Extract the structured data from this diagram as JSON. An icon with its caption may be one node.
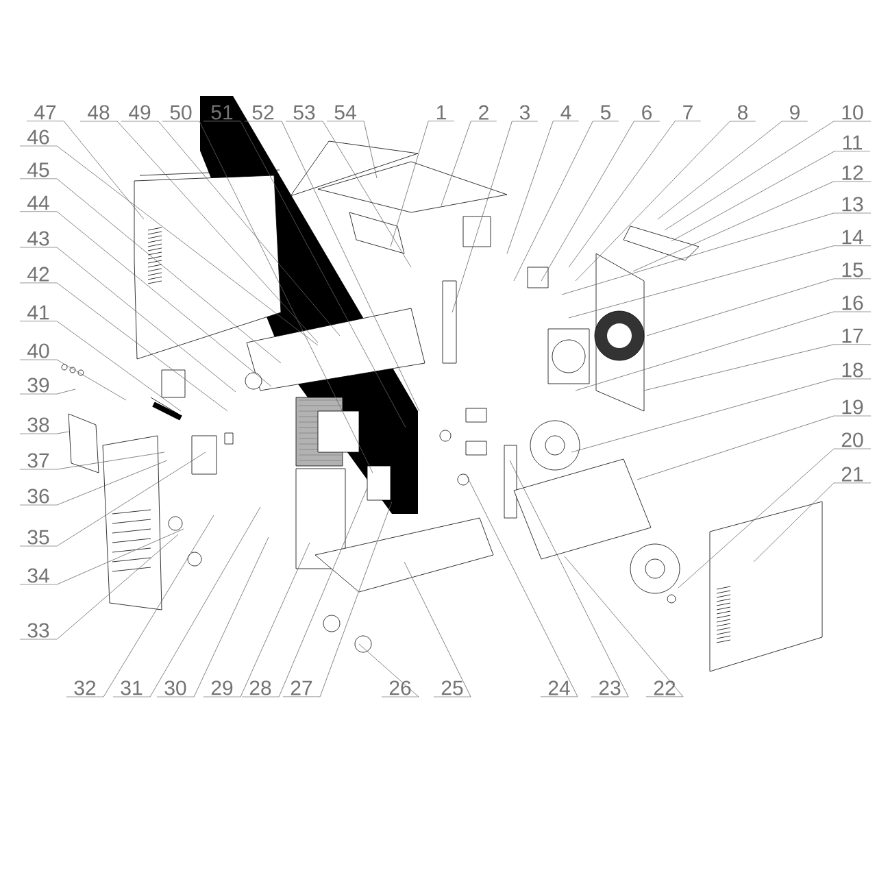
{
  "diagram": {
    "nodes": [
      {
        "text": [
          "1"
        ]
      },
      {
        "text": [
          "2"
        ]
      },
      {
        "text": [
          "3"
        ]
      },
      {
        "text": [
          "4"
        ]
      },
      {
        "text": [
          "5"
        ]
      },
      {
        "text": [
          "6"
        ]
      },
      {
        "text": [
          "7"
        ]
      },
      {
        "text": [
          "8"
        ]
      },
      {
        "text": [
          "9"
        ]
      },
      {
        "text": [
          "10"
        ]
      },
      {
        "text": [
          "11"
        ]
      },
      {
        "text": [
          "12"
        ]
      },
      {
        "text": [
          "13"
        ]
      },
      {
        "text": [
          "14"
        ]
      },
      {
        "text": [
          "15"
        ]
      },
      {
        "text": [
          "16"
        ]
      },
      {
        "text": [
          "17"
        ]
      },
      {
        "text": [
          "18"
        ]
      },
      {
        "text": [
          "19"
        ]
      },
      {
        "text": [
          "20"
        ]
      },
      {
        "text": [
          "21"
        ]
      },
      {
        "text": [
          "22"
        ]
      },
      {
        "text": [
          "23"
        ]
      },
      {
        "text": [
          "24"
        ]
      },
      {
        "text": [
          "25"
        ]
      },
      {
        "text": [
          "26"
        ]
      },
      {
        "text": [
          "27"
        ]
      },
      {
        "text": [
          "28"
        ]
      },
      {
        "text": [
          "29"
        ]
      },
      {
        "text": [
          "30"
        ]
      },
      {
        "text": [
          "31"
        ]
      },
      {
        "text": [
          "32"
        ]
      },
      {
        "text": [
          "33"
        ]
      },
      {
        "text": [
          "34"
        ]
      },
      {
        "text": [
          "35"
        ]
      },
      {
        "text": [
          "36"
        ]
      },
      {
        "text": [
          "37"
        ]
      },
      {
        "text": [
          "38"
        ]
      },
      {
        "text": [
          "39"
        ]
      },
      {
        "text": [
          "40"
        ]
      },
      {
        "text": [
          "41"
        ]
      },
      {
        "text": [
          "42"
        ]
      },
      {
        "text": [
          "43"
        ]
      },
      {
        "text": [
          "44"
        ]
      },
      {
        "text": [
          "45"
        ]
      },
      {
        "text": [
          "46"
        ]
      },
      {
        "text": [
          "47"
        ]
      },
      {
        "text": [
          "48"
        ]
      },
      {
        "text": [
          "49"
        ]
      },
      {
        "text": [
          "50"
        ]
      },
      {
        "text": [
          "51"
        ]
      },
      {
        "text": [
          "52"
        ]
      },
      {
        "text": [
          "53"
        ]
      },
      {
        "text": [
          "54"
        ]
      }
    ],
    "edges": [
      {
        "from": 0,
        "to": null,
        "arrow": "none"
      },
      {
        "from": 1,
        "to": null,
        "arrow": "none"
      },
      {
        "from": 2,
        "to": null,
        "arrow": "none"
      },
      {
        "from": 3,
        "to": null,
        "arrow": "none"
      },
      {
        "from": 4,
        "to": null,
        "arrow": "none"
      },
      {
        "from": 5,
        "to": null,
        "arrow": "none"
      },
      {
        "from": 6,
        "to": null,
        "arrow": "none"
      },
      {
        "from": 7,
        "to": null,
        "arrow": "none"
      },
      {
        "from": 8,
        "to": null,
        "arrow": "none"
      },
      {
        "from": 9,
        "to": null,
        "arrow": "none"
      },
      {
        "from": 10,
        "to": null,
        "arrow": "none"
      },
      {
        "from": 11,
        "to": null,
        "arrow": "none"
      },
      {
        "from": 12,
        "to": null,
        "arrow": "none"
      },
      {
        "from": 13,
        "to": null,
        "arrow": "none"
      },
      {
        "from": 14,
        "to": null,
        "arrow": "none"
      },
      {
        "from": 15,
        "to": null,
        "arrow": "none"
      },
      {
        "from": 16,
        "to": null,
        "arrow": "none"
      },
      {
        "from": 17,
        "to": null,
        "arrow": "none"
      },
      {
        "from": 18,
        "to": null,
        "arrow": "none"
      },
      {
        "from": 19,
        "to": null,
        "arrow": "none"
      },
      {
        "from": 20,
        "to": null,
        "arrow": "none"
      },
      {
        "from": 21,
        "to": null,
        "arrow": "none"
      },
      {
        "from": 22,
        "to": null,
        "arrow": "none"
      },
      {
        "from": 23,
        "to": null,
        "arrow": "none"
      },
      {
        "from": 24,
        "to": null,
        "arrow": "none"
      },
      {
        "from": 25,
        "to": null,
        "arrow": "none"
      },
      {
        "from": 26,
        "to": null,
        "arrow": "none"
      },
      {
        "from": 27,
        "to": null,
        "arrow": "none"
      },
      {
        "from": 28,
        "to": null,
        "arrow": "none"
      },
      {
        "from": 29,
        "to": null,
        "arrow": "none"
      },
      {
        "from": 30,
        "to": null,
        "arrow": "none"
      },
      {
        "from": 31,
        "to": null,
        "arrow": "none"
      },
      {
        "from": 32,
        "to": null,
        "arrow": "none"
      },
      {
        "from": 33,
        "to": null,
        "arrow": "none"
      },
      {
        "from": 34,
        "to": null,
        "arrow": "none"
      },
      {
        "from": 35,
        "to": null,
        "arrow": "none"
      },
      {
        "from": 36,
        "to": null,
        "arrow": "none"
      },
      {
        "from": 37,
        "to": null,
        "arrow": "none"
      },
      {
        "from": 38,
        "to": null,
        "arrow": "none"
      },
      {
        "from": 39,
        "to": null,
        "arrow": "none"
      },
      {
        "from": 40,
        "to": null,
        "arrow": "none"
      },
      {
        "from": 41,
        "to": null,
        "arrow": "none"
      },
      {
        "from": 42,
        "to": null,
        "arrow": "none"
      },
      {
        "from": 43,
        "to": null,
        "arrow": "none"
      },
      {
        "from": 44,
        "to": null,
        "arrow": "none"
      },
      {
        "from": 45,
        "to": null,
        "arrow": "none"
      },
      {
        "from": 46,
        "to": null,
        "arrow": "none"
      },
      {
        "from": 47,
        "to": null,
        "arrow": "none"
      },
      {
        "from": 48,
        "to": null,
        "arrow": "none"
      },
      {
        "from": 49,
        "to": null,
        "arrow": "none"
      },
      {
        "from": 50,
        "to": null,
        "arrow": "none"
      },
      {
        "from": 51,
        "to": null,
        "arrow": "none"
      },
      {
        "from": 52,
        "to": null,
        "arrow": "none"
      },
      {
        "from": 53,
        "to": null,
        "arrow": "none"
      }
    ]
  }
}
